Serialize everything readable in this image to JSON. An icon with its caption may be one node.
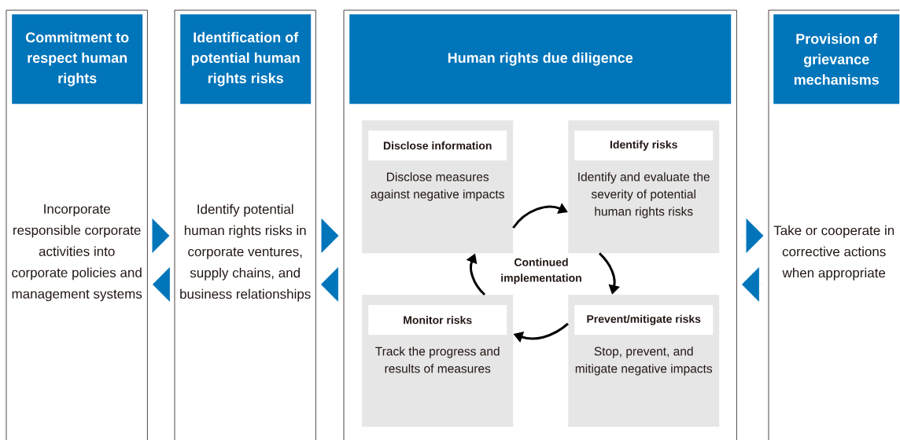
{
  "diagram": {
    "nodes": [
      {
        "text": [
          "Incorporate responsible corporate activities into corporate policies and management systems"
        ]
      },
      {
        "text": [
          "Commitment to respect human rights"
        ],
        "in": 0
      },
      {
        "text": [
          "Identify potential human rights risks in corporate ventures, supply chains, and business relationships"
        ]
      },
      {
        "text": [
          "Identification of potential human rights risks"
        ],
        "in": 2
      },
      {
        "text": [],
        "shape": "box"
      },
      {
        "text": [
          "Human rights due diligence"
        ],
        "in": 4
      },
      {
        "text": [
          "Disclose information",
          "Disclose measures against negative impacts"
        ],
        "in": 4
      },
      {
        "text": [
          "Identify risks",
          "Identify and evaluate the severity of potential human rights risks"
        ],
        "in": 4
      },
      {
        "text": [
          "Prevent/mitigate risks",
          "Stop, prevent, and mitigate negative impacts"
        ],
        "in": 4
      },
      {
        "text": [
          "Monitor risks",
          "Track the progress and results of measures"
        ],
        "in": 4
      },
      {
        "text": [
          "Take or cooperate in corrective actions when appropriate"
        ]
      },
      {
        "text": [
          "Provision of grievance mechanisms"
        ],
        "in": 10
      }
    ],
    "edges": [
      {
        "from": 0,
        "to": 2,
        "arrow": "to"
      },
      {
        "from": 2,
        "to": 0,
        "arrow": "to"
      },
      {
        "from": 2,
        "to": 4,
        "arrow": "to"
      },
      {
        "from": 4,
        "to": 2,
        "arrow": "to"
      },
      {
        "from": 4,
        "to": 10,
        "arrow": "to"
      },
      {
        "from": 10,
        "to": 4,
        "arrow": "to"
      },
      {
        "from": 6,
        "to": 7,
        "arrow": "to",
        "style": "thick",
        "color": "#000000"
      },
      {
        "from": 7,
        "to": 8,
        "arrow": "to",
        "style": "thick",
        "color": "#000000"
      },
      {
        "from": 8,
        "to": 9,
        "arrow": "to",
        "style": "thick",
        "color": "#000000"
      },
      {
        "from": 9,
        "to": 6,
        "arrow": "to",
        "style": "thick",
        "color": "#000000"
      }
    ],
    "labels": [
      "Continued implementation"
    ]
  }
}
